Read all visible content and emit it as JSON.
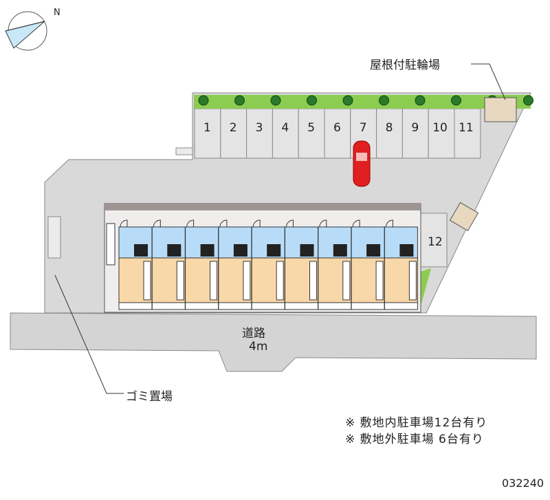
{
  "labels": {
    "bike_parking": "屋根付駐輪場",
    "road_name": "道路",
    "road_width": "4m",
    "garbage": "ゴミ置場",
    "north": "N"
  },
  "parking_spaces": [
    "1",
    "2",
    "3",
    "4",
    "5",
    "6",
    "7",
    "8",
    "9",
    "10",
    "11",
    "12"
  ],
  "units": 9,
  "notes": [
    "※ 敷地内駐車場12台有り",
    "※ 敷地外駐車場 6台有り"
  ],
  "id": "032240",
  "colors": {
    "lot": "#d9d9d9",
    "road": "#d4d4d4",
    "kitchen": "#b8dcf8",
    "room": "#f8d8a8",
    "green": "#8ccc50",
    "car": "#e02020"
  }
}
